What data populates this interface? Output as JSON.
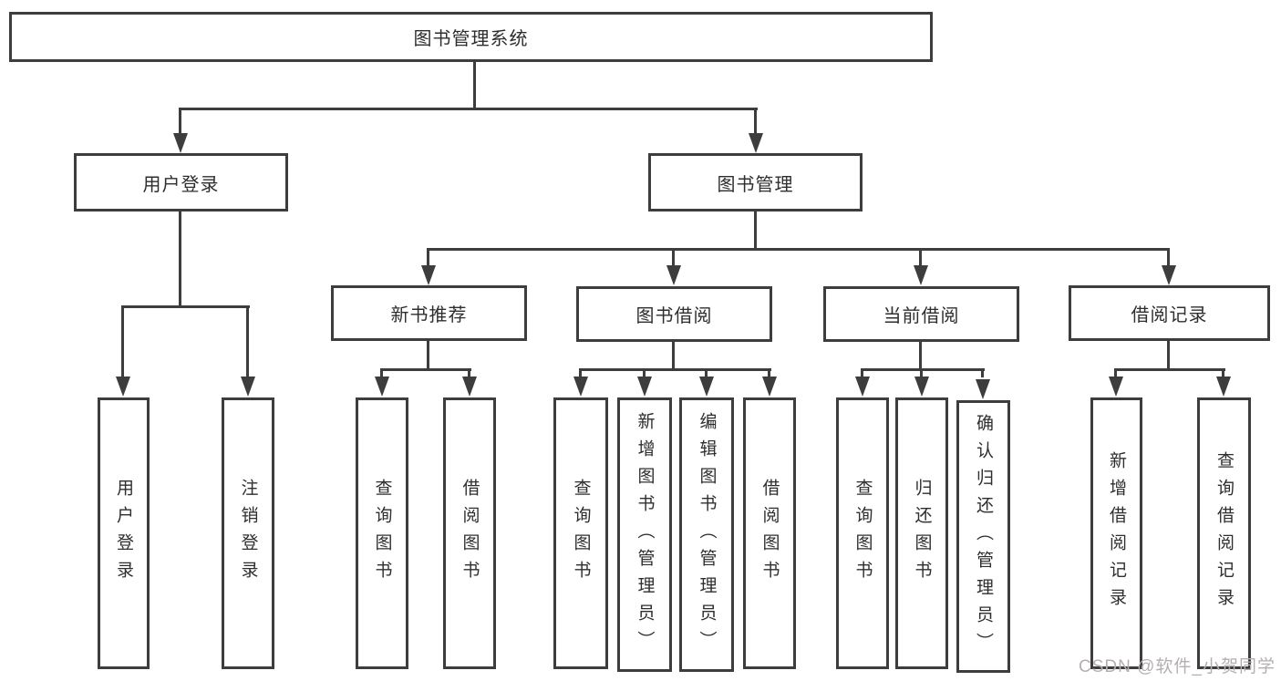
{
  "title": {
    "label": "图书管理系统"
  },
  "branches": {
    "user_login": {
      "label": "用户登录",
      "children": [
        {
          "label": "用户登录"
        },
        {
          "label": "注销登录"
        }
      ]
    },
    "book_management": {
      "label": "图书管理",
      "children": [
        {
          "label": "新书推荐",
          "children": [
            {
              "label": "查询图书"
            },
            {
              "label": "借阅图书"
            }
          ]
        },
        {
          "label": "图书借阅",
          "children": [
            {
              "label": "查询图书"
            },
            {
              "label": "新增图书（管理员）"
            },
            {
              "label": "编辑图书（管理员）"
            },
            {
              "label": "借阅图书"
            }
          ]
        },
        {
          "label": "当前借阅",
          "children": [
            {
              "label": "查询图书"
            },
            {
              "label": "归还图书"
            },
            {
              "label": "确认归还（管理员）"
            }
          ]
        },
        {
          "label": "借阅记录",
          "children": [
            {
              "label": "新增借阅记录"
            },
            {
              "label": "查询借阅记录"
            }
          ]
        }
      ]
    }
  },
  "watermark": {
    "text": "CSDN @软件_小贺同学"
  },
  "colors": {
    "line": "#3d3d3d",
    "text": "#2e2e2e",
    "background": "#ffffff",
    "watermark": "#b6afaf"
  }
}
